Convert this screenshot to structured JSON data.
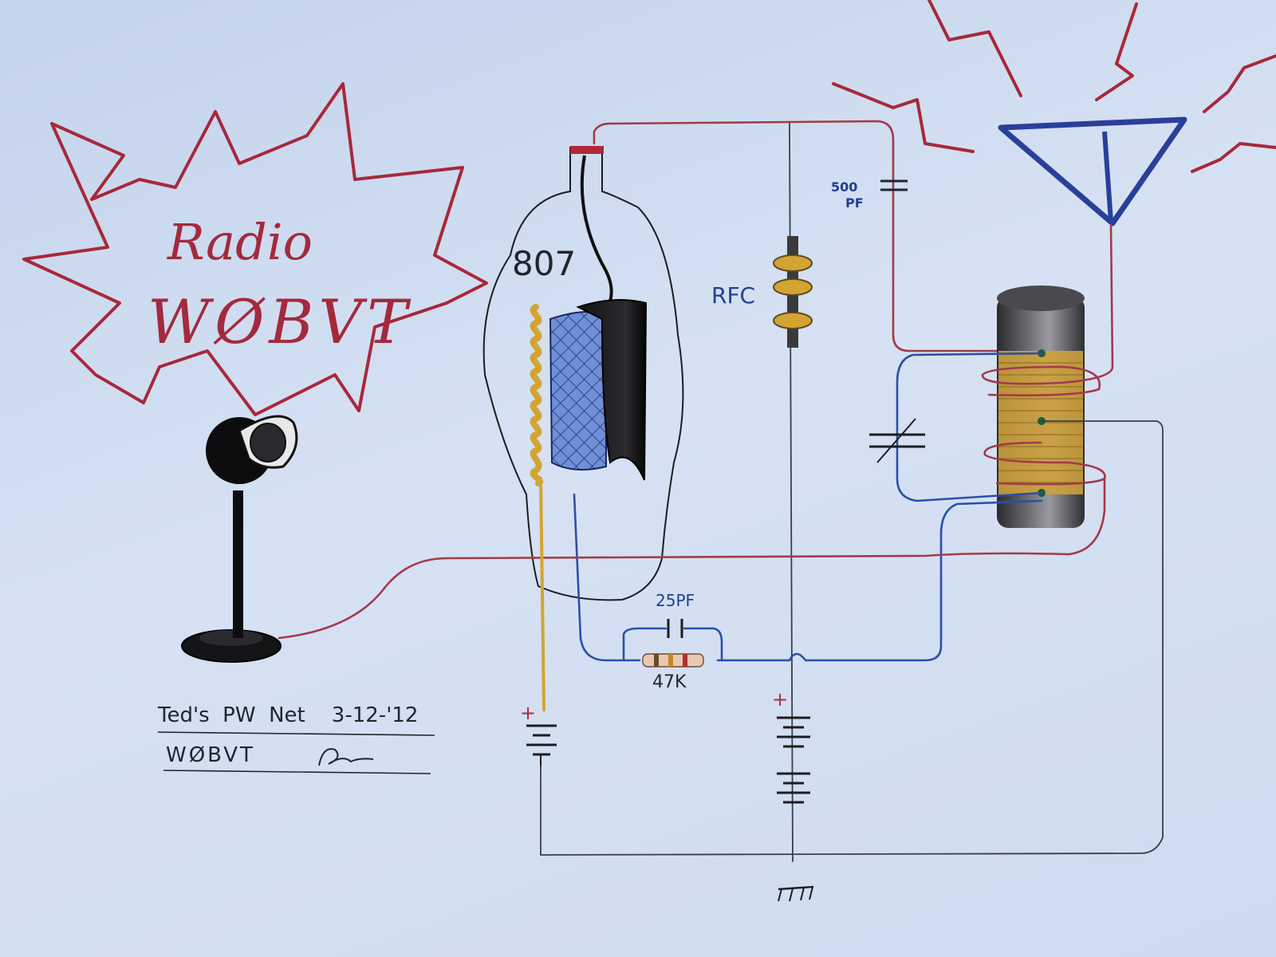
{
  "logo": {
    "line1": "Radio",
    "line2": "WØBVT"
  },
  "tube": {
    "label": "807"
  },
  "components": {
    "rfc": "RFC",
    "cap_500": "500\nPF",
    "cap_500_line1": "500",
    "cap_500_line2": "PF",
    "cap_25": "25PF",
    "resistor": "47K",
    "battery_plus": "+"
  },
  "signature": {
    "line1": "Ted's  PW  Net    3-12-'12",
    "line2": "WØBVT"
  },
  "colors": {
    "background": "#cfdcef",
    "red_pencil": "#a8283a",
    "blue_pencil": "#2b4fa8",
    "gold_pencil": "#d4a432",
    "ink": "#22252c"
  },
  "icons": {
    "microphone": "microphone-icon",
    "antenna": "antenna-icon",
    "ground": "ground-icon",
    "tube": "vacuum-tube-icon",
    "coil": "coil-icon"
  }
}
